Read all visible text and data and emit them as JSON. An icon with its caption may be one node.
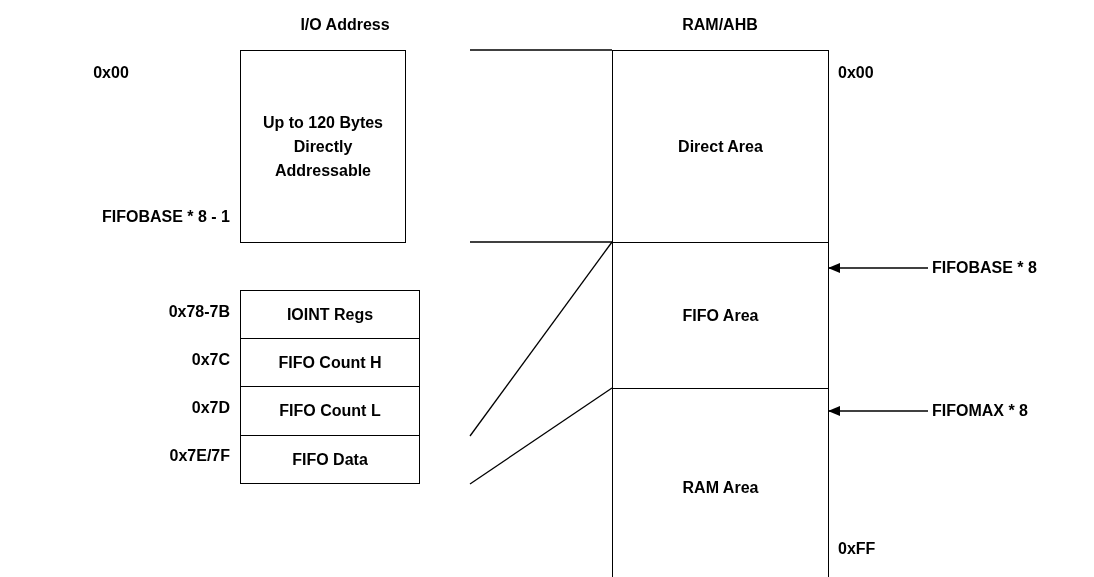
{
  "diagram": {
    "nodes": [
      {
        "text": [
          "Up to 120 Bytes Directly Addressable"
        ],
        "beside": [
          "FIFOBASE * 8 - 1"
        ]
      },
      {
        "text": [
          "IOINT Regs"
        ],
        "beside": [
          "0x78-7B"
        ]
      },
      {
        "text": [
          "FIFO Count H"
        ],
        "beside": [
          "0x7C"
        ]
      },
      {
        "text": [
          "FIFO Count L"
        ],
        "beside": [
          "0x7D"
        ]
      },
      {
        "text": [
          "FIFO Data"
        ],
        "beside": [
          "0x7E/7F"
        ]
      },
      {
        "text": [
          "Direct Area"
        ],
        "beside": [
          "0x00"
        ]
      },
      {
        "text": [
          "FIFO Area"
        ]
      },
      {
        "text": [
          "RAM Area"
        ],
        "beside": [
          "0xFF"
        ]
      },
      {
        "text": [
          "FIFOBASE * 8"
        ]
      },
      {
        "text": [
          "FIFOMAX * 8"
        ]
      }
    ],
    "edges": [
      {
        "from": 0,
        "to": 5,
        "arrow": "none"
      },
      {
        "from": 0,
        "to": 5,
        "arrow": "none"
      },
      {
        "from": 4,
        "to": 6,
        "arrow": "none"
      },
      {
        "from": 4,
        "to": 6,
        "arrow": "none"
      },
      {
        "from": 8,
        "to": 6,
        "arrow": "to"
      },
      {
        "from": 9,
        "to": 7,
        "arrow": "to"
      }
    ],
    "labels": [
      "I/O Address",
      "RAM/AHB",
      "0x00"
    ]
  }
}
